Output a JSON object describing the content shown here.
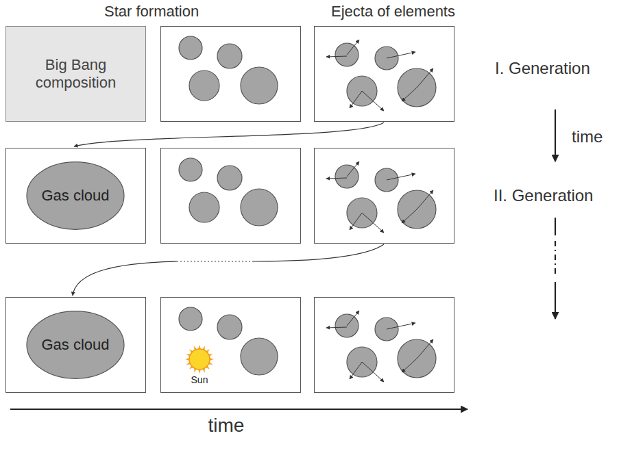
{
  "diagram": {
    "nodes": [
      {
        "text": [
          "Big Bang composition"
        ]
      },
      {
        "text": [
          "Gas cloud"
        ]
      },
      {
        "text": [
          "Gas cloud"
        ]
      },
      {
        "text": [
          "Sun"
        ]
      }
    ],
    "labels": [
      "Star formation",
      "Ejecta of elements",
      "I. Generation",
      "time",
      "II. Generation",
      "time"
    ]
  }
}
